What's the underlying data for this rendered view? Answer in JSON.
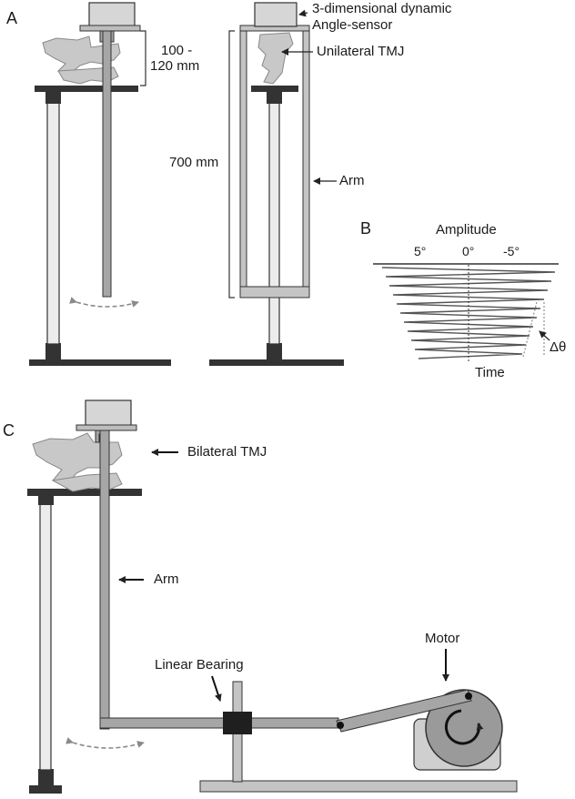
{
  "panels": {
    "a": "A",
    "b": "B",
    "c": "C"
  },
  "panel_a": {
    "sensor_label_line1": "3-dimensional dynamic",
    "sensor_label_line2": "Angle-sensor",
    "tmj_label": "Unilateral TMJ",
    "arm_label": "Arm",
    "short_dim_line1": "100 -",
    "short_dim_line2": "120 mm",
    "long_dim": "700 mm"
  },
  "panel_b": {
    "amplitude_label": "Amplitude",
    "tick_left": "5°",
    "tick_center": "0°",
    "tick_right": "-5°",
    "time_label": "Time",
    "delta_label": "Δθ"
  },
  "panel_c": {
    "tmj_label": "Bilateral TMJ",
    "arm_label": "Arm",
    "bearing_label": "Linear Bearing",
    "motor_label": "Motor"
  },
  "colors": {
    "dark": "#333333",
    "arm_gray": "#a6a6a6",
    "light_gray": "#c4c4c4",
    "pole_fill": "#ececec",
    "skull_fill": "#c8c8c8",
    "motor_body": "#cfcfcf",
    "motor_disc": "#9a9a9a",
    "dashed_arrow": "#8a8a8a"
  },
  "icons": {
    "rotation": "clockwise-rotation-icon",
    "pointer": "left-arrow-icon"
  }
}
